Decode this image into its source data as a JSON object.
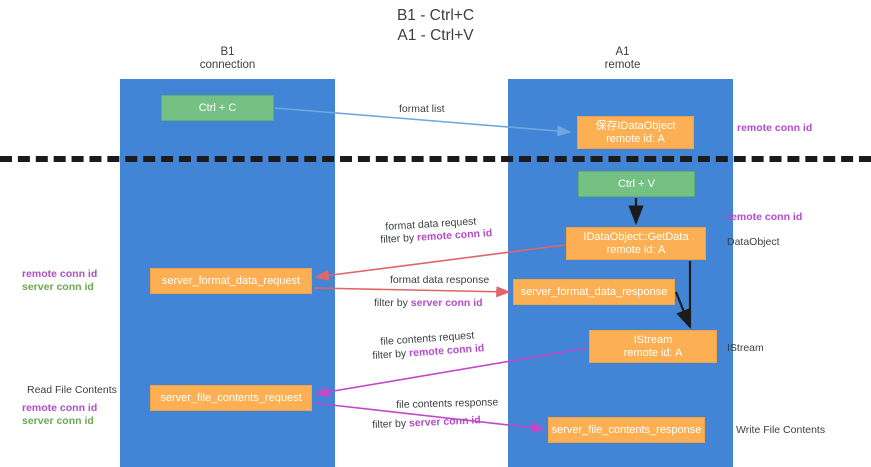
{
  "title": "B1 - Ctrl+C\nA1 - Ctrl+V",
  "title_line1": "B1 - Ctrl+C",
  "title_line2": "A1 - Ctrl+V",
  "columns": [
    {
      "name": "b1",
      "line1": "B1",
      "line2": "connection",
      "color": "#4285d6"
    },
    {
      "name": "a1",
      "line1": "A1",
      "line2": "remote",
      "color": "#4285d6"
    }
  ],
  "colors": {
    "band": "#4285d6",
    "green_box": "#74c183",
    "orange_box": "#fcaf53",
    "purple_text": "#b24cc8",
    "green_text": "#6aa84f",
    "blue_arrow": "#6fa8dc",
    "red_arrow": "#e06666",
    "magenta_arrow": "#c248c8",
    "dark_arrow": "#1b1b1b",
    "separator": "#1b1b1b",
    "text": "#3c4043"
  },
  "nodes": {
    "ctrl_c": {
      "line1": "Ctrl + C",
      "line2": ""
    },
    "idataobject": {
      "line1": "保存IDataObject",
      "line2": "remote id: A"
    },
    "ctrl_v": {
      "line1": "Ctrl + V",
      "line2": ""
    },
    "getdata": {
      "line1": "IDataObject::GetData",
      "line2": "remote id: A"
    },
    "format_data_request": {
      "line1": "server_format_data_request",
      "line2": ""
    },
    "format_data_response": {
      "line1": "server_format_data_response",
      "line2": ""
    },
    "istream": {
      "line1": "IStream",
      "line2": "remote id: A"
    },
    "file_contents_request": {
      "line1": "server_file_contents_request",
      "line2": ""
    },
    "file_contents_response": {
      "line1": "server_file_contents_response",
      "line2": ""
    }
  },
  "edge_labels": {
    "format_list": "format list",
    "format_data_request": "format data request",
    "format_data_request_filter_prefix": "filter by ",
    "format_data_request_filter_key": "remote conn id",
    "format_data_response": "format data response",
    "format_data_response_filter_prefix": "filter by ",
    "format_data_response_filter_key": "server conn id",
    "file_contents_request": "file contents request",
    "file_contents_request_filter_prefix": "filter by ",
    "file_contents_request_filter_key": "remote conn id",
    "file_contents_response": "file contents response",
    "file_contents_response_filter_prefix": "filter by ",
    "file_contents_response_filter_key": "server conn id"
  },
  "side_labels": {
    "remote_conn_id_top": "remote conn id",
    "remote_conn_id_mid": "remote conn id",
    "dataobject": "DataObject",
    "istream": "IStream",
    "write_file_contents": "Write File Contents",
    "read_file_contents": "Read File Contents",
    "left_mid_remote": "remote conn id",
    "left_mid_server": "server conn id",
    "left_bot_remote": "remote conn id",
    "left_bot_server": "server conn id"
  }
}
